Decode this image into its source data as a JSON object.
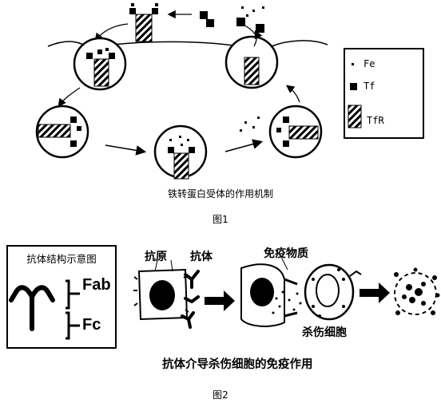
{
  "figure1": {
    "legend": {
      "fe": "Fe",
      "tf": "Tf",
      "tfr": "TfR"
    },
    "caption": "铁转蛋白受体的作用机制",
    "label": "图1"
  },
  "figure2": {
    "structure_title": "抗体结构示意图",
    "fab": "Fab",
    "fc": "Fc",
    "antigen": "抗原",
    "antibody": "抗体",
    "immune_substance": "免疫物质",
    "killer_cell": "杀伤细胞",
    "caption": "抗体介导杀伤细胞的免疫作用",
    "label": "图2"
  },
  "colors": {
    "ink": "#000000",
    "background": "#ffffff"
  }
}
